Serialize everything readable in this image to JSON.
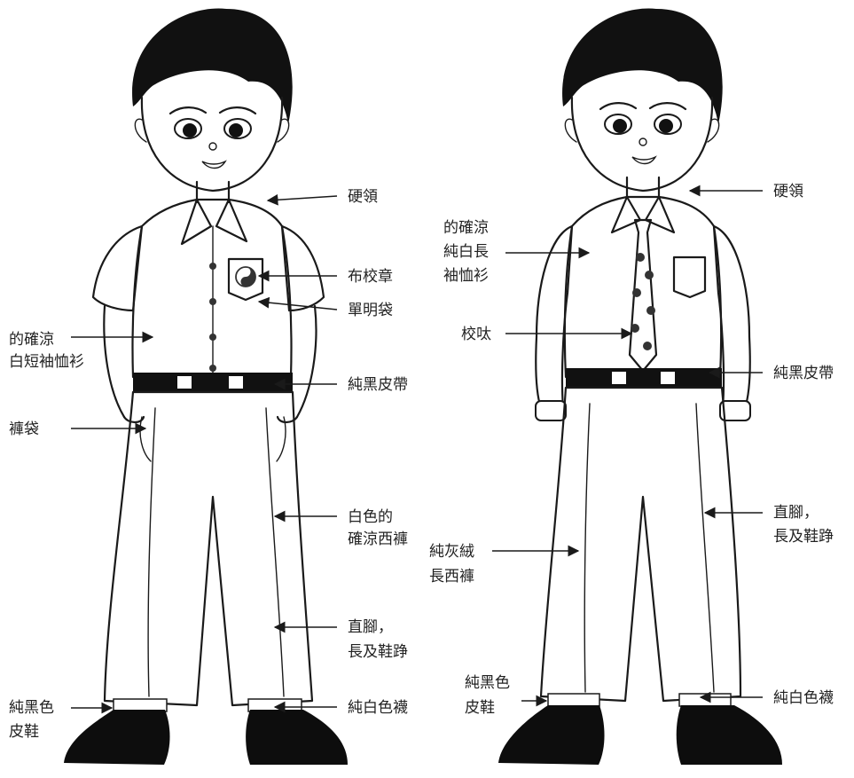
{
  "left_figure": {
    "labels": {
      "collar": "硬領",
      "badge": "布校章",
      "pocket": "單明袋",
      "shirt_line1": "的確涼",
      "shirt_line2": "白短袖恤衫",
      "belt": "純黑皮帶",
      "trouser_pocket": "褲袋",
      "trousers_line1": "白色的",
      "trousers_line2": "確涼西褲",
      "straight_line1": "直腳，",
      "straight_line2": "長及鞋踭",
      "shoes_line1": "純黑色",
      "shoes_line2": "皮鞋",
      "socks": "純白色襪"
    }
  },
  "right_figure": {
    "labels": {
      "collar": "硬領",
      "shirt_line1": "的確涼",
      "shirt_line2": "純白長",
      "shirt_line3": "袖恤衫",
      "tie": "校呔",
      "belt": "純黑皮帶",
      "straight_line1": "直腳，",
      "straight_line2": "長及鞋踭",
      "trousers_line1": "純灰絨",
      "trousers_line2": "長西褲",
      "shoes_line1": "純黑色",
      "shoes_line2": "皮鞋",
      "socks": "純白色襪"
    }
  },
  "colors": {
    "ink": "#1a1a1a",
    "grey_trousers": "#cfcfcf",
    "hair": "#111111",
    "shoes": "#0d0d0d"
  }
}
